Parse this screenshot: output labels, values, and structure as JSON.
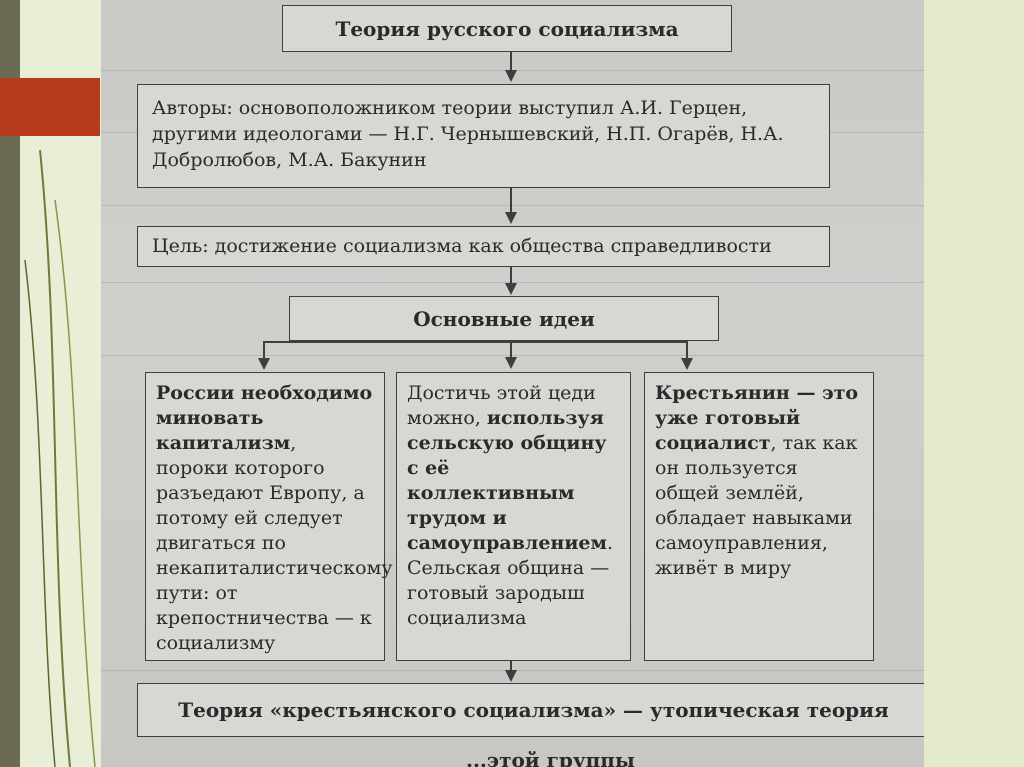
{
  "slide": {
    "colors": {
      "background": "#e9efd6",
      "accent_red": "#b73a1c",
      "band": "#6b6a52"
    }
  },
  "diagram": {
    "title": "Теория русского социализма",
    "authors": "Авторы: основоположником теории выступил А.И. Герцен, другими идеологами — Н.Г. Чернышевский, Н.П. Огарёв, Н.А. Добролюбов, М.А. Бакунин",
    "goal": "Цель: достижение социализма как общества справедливости",
    "ideas_header": "Основные идеи",
    "idea1_bold": "России необходимо миновать капитализм",
    "idea1_text": ", пороки которого разъедают Европу, а потому ей следует двигаться по некапиталистическому пути: от крепостничества — к социализму",
    "idea2_start": "Достичь этой цеди можно, ",
    "idea2_bold": "используя сельскую общину с её коллективным трудом и самоуправлением",
    "idea2_end": ". Сельская община — готовый зародыш социализма",
    "idea3_bold": "Крестьянин — это уже готовый социалист",
    "idea3_text": ", так как он пользуется общей землёй, обладает навыками самоуправления, живёт в миру",
    "conclusion": "Теория «крестьянского социализма» — утопическая теория",
    "cutoff_text": "...этой группы"
  }
}
